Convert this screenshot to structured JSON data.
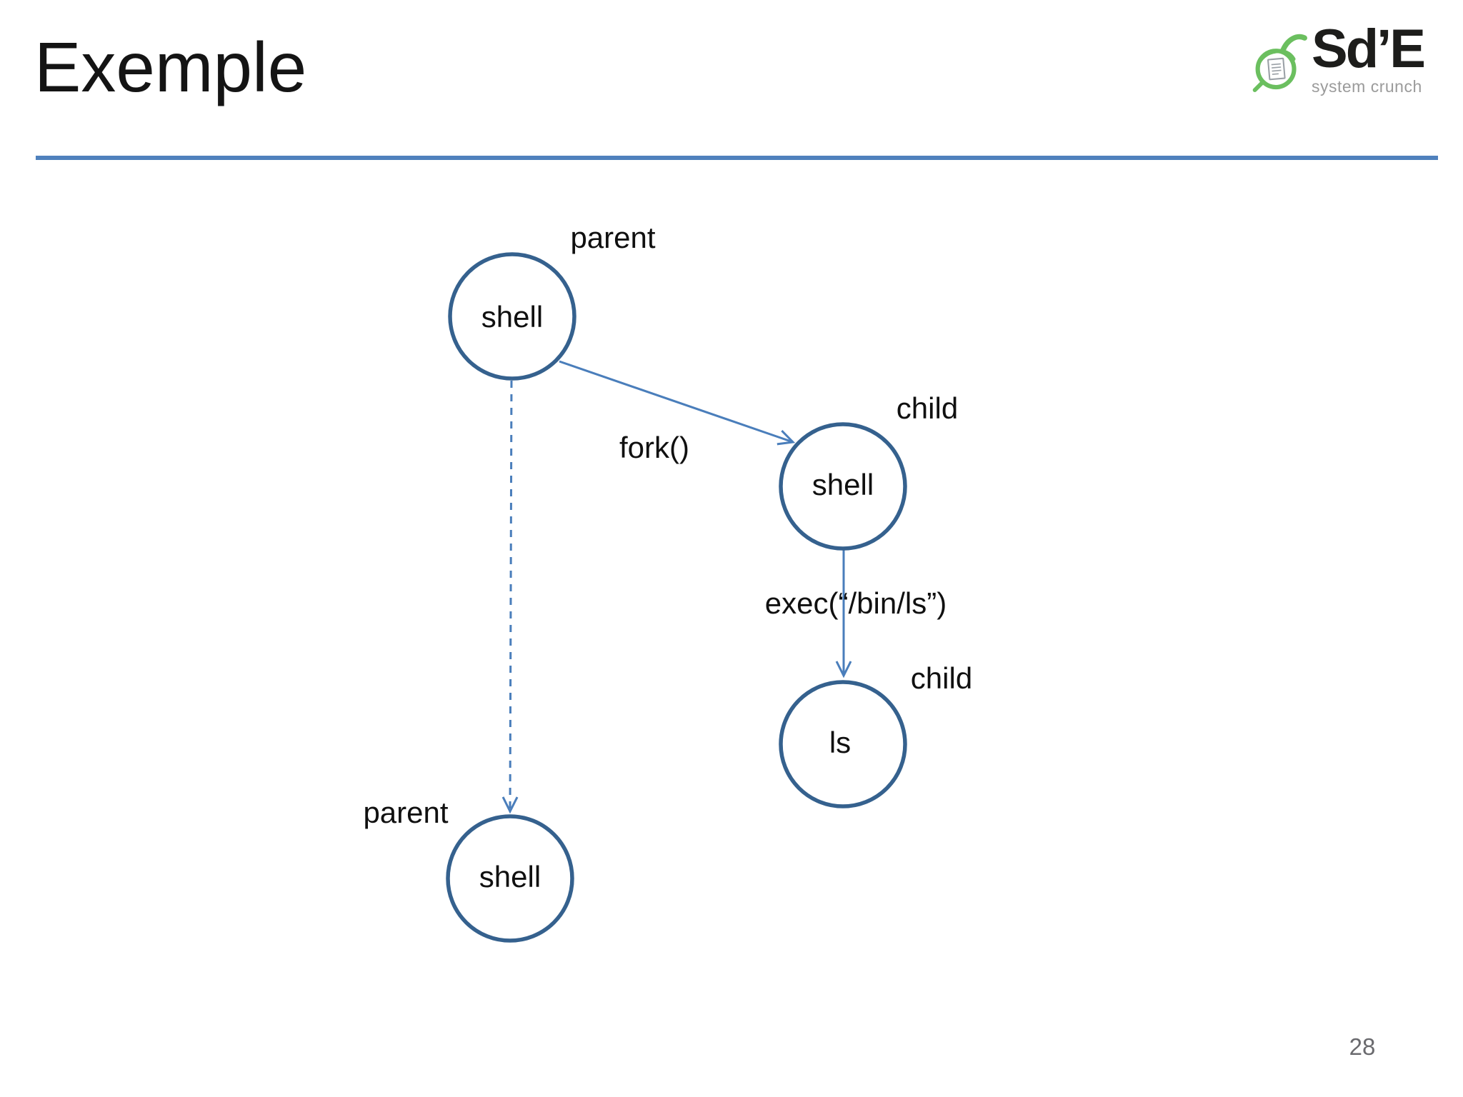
{
  "slide": {
    "title": "Exemple",
    "page_number": "28"
  },
  "logo": {
    "brand": "Sd’E",
    "tagline": "system crunch",
    "icon": "acorn-with-document-icon"
  },
  "diagram": {
    "nodes": [
      {
        "id": "shell-parent-top",
        "label": "shell",
        "role": "parent"
      },
      {
        "id": "shell-child",
        "label": "shell",
        "role": "child"
      },
      {
        "id": "ls-child",
        "label": "ls",
        "role": "child"
      },
      {
        "id": "shell-parent-bottom",
        "label": "shell",
        "role": "parent"
      }
    ],
    "edges": [
      {
        "label": "fork()",
        "from": "shell-parent-top",
        "to": "shell-child",
        "style": "solid-arrow"
      },
      {
        "label": "exec(“/bin/ls”)",
        "from": "shell-child",
        "to": "ls-child",
        "style": "solid-arrow"
      },
      {
        "label": "",
        "from": "shell-parent-top",
        "to": "shell-parent-bottom",
        "style": "dashed-arrow"
      }
    ]
  },
  "colors": {
    "accent_rule": "#4f81bd",
    "node_border": "#35618e",
    "arrow_blue": "#4a7ebb",
    "logo_green": "#6bbf5f",
    "logo_text": "#1d1d1b",
    "logo_tagline": "#9b9b9b",
    "page_number_gray": "#6a6a6e"
  }
}
